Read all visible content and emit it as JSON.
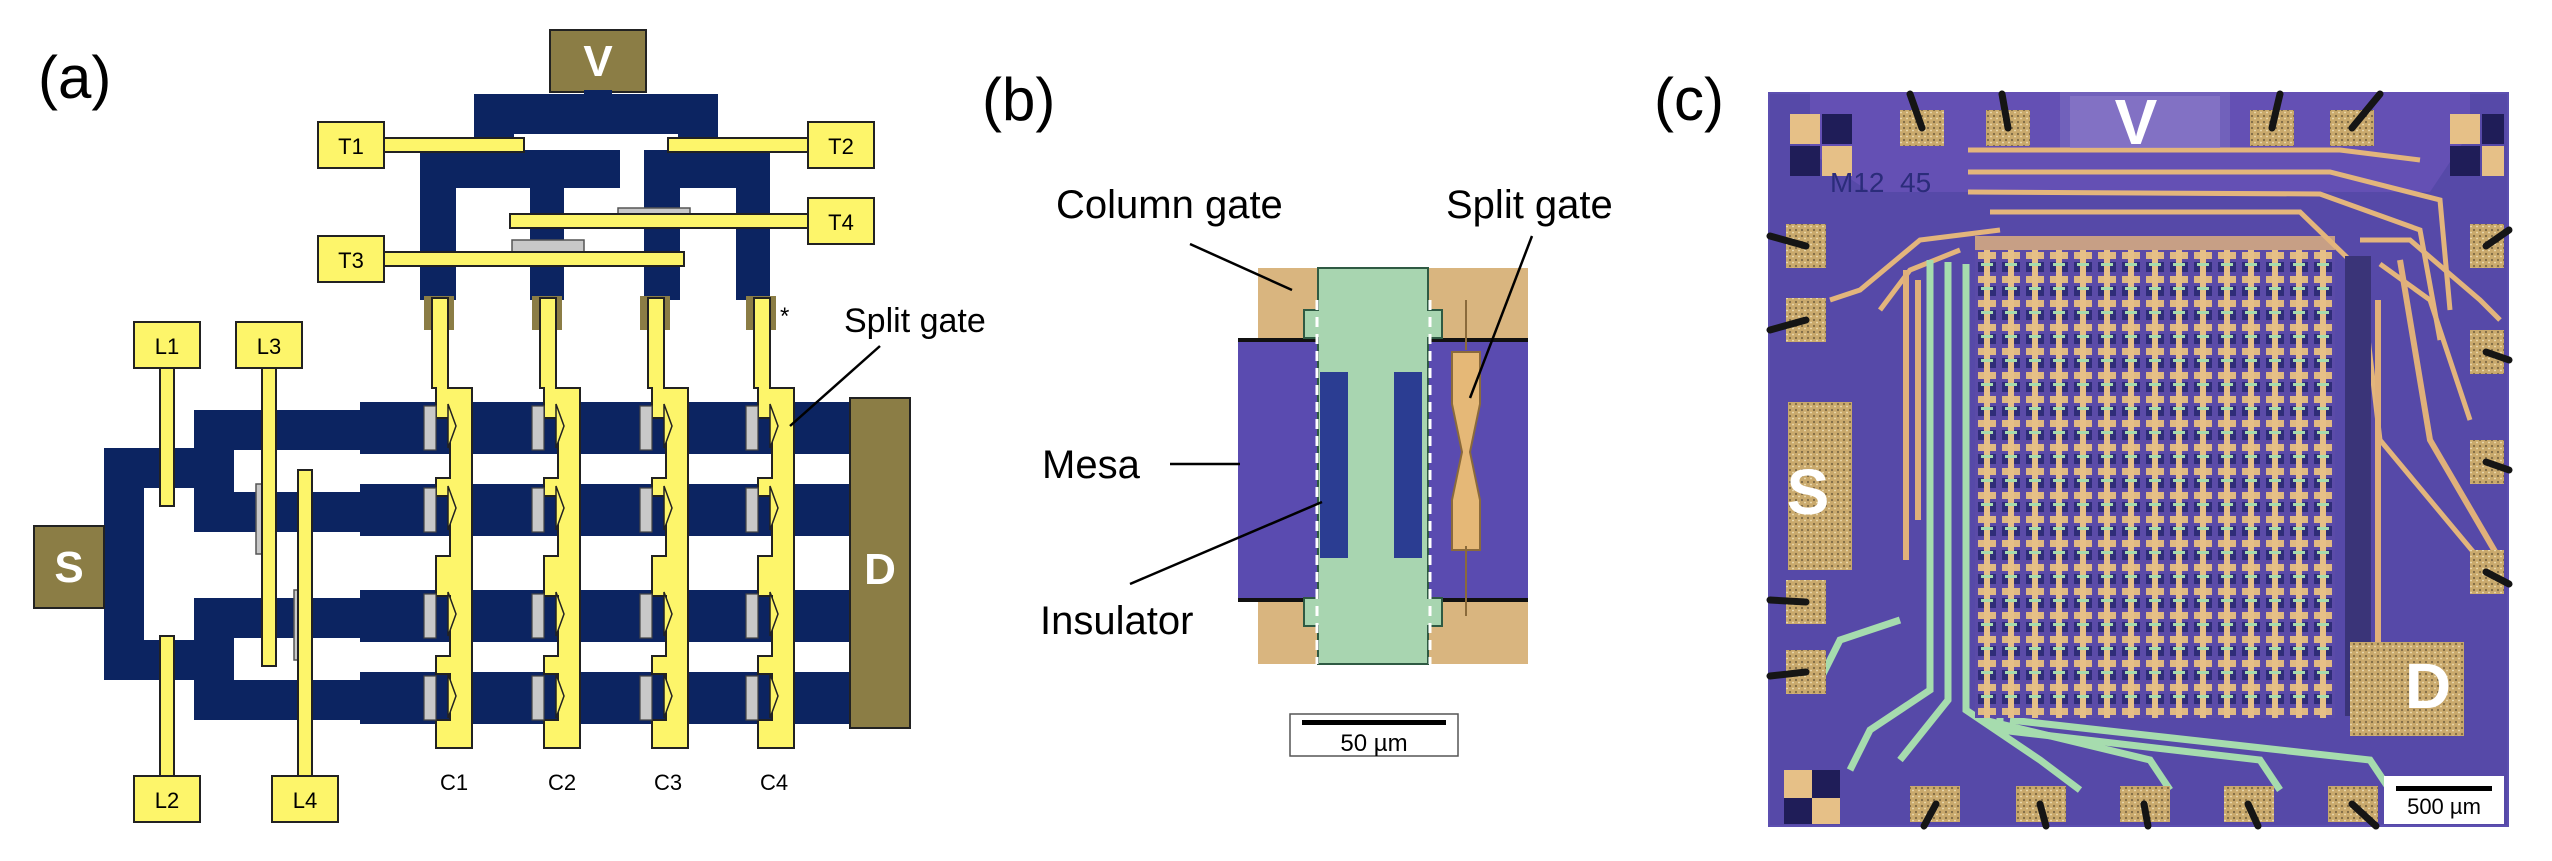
{
  "panels": {
    "a": {
      "letter": "(a)",
      "contacts": {
        "V": "V",
        "S": "S",
        "D": "D"
      },
      "top_gates": [
        "T1",
        "T2",
        "T3",
        "T4"
      ],
      "left_gates": [
        "L1",
        "L2",
        "L3",
        "L4"
      ],
      "column_gates": [
        "C1",
        "C2",
        "C3",
        "C4"
      ],
      "split_gate_label": "Split gate",
      "marker": "*"
    },
    "b": {
      "letter": "(b)",
      "labels": {
        "column_gate": "Column gate",
        "split_gate": "Split gate",
        "mesa": "Mesa",
        "insulator": "Insulator"
      },
      "scale_bar": "50 µm"
    },
    "c": {
      "letter": "(c)",
      "contacts": {
        "V": "V",
        "S": "S",
        "D": "D"
      },
      "chip_label": "M12  45",
      "scale_bar": "500 µm"
    }
  },
  "colors": {
    "mesa_navy": "#0c2461",
    "gate_yellow": "#fdf56a",
    "contact_olive": "#8b7d45",
    "insulator_grey": "#c8c8c8",
    "photo_purple": "#5c4fb0",
    "photo_gold": "#d8a864",
    "photo_green": "#9fd4a8"
  }
}
